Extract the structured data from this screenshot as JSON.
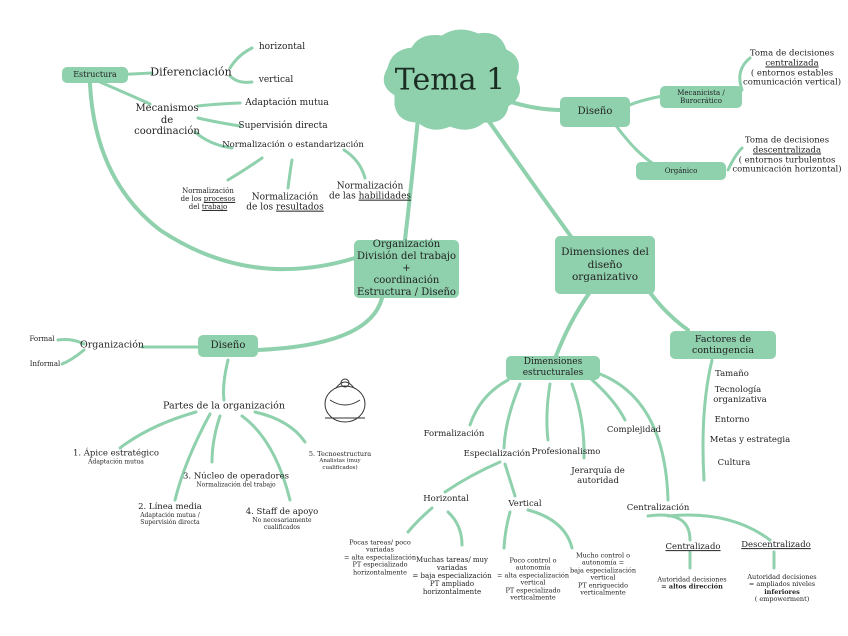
{
  "title": "Tema 1",
  "center": {
    "l1": "Organización",
    "l2": "División del trabajo +",
    "l3": "coordinación",
    "l4": "Estructura / Diseño"
  },
  "estructura": {
    "label": "Estructura",
    "diferenciacion": "Diferenciación",
    "horizontal": "horizontal",
    "vertical": "vertical",
    "mecanismos": {
      "l1": "Mecanismos",
      "l2": "de",
      "l3": "coordinación"
    },
    "adaptacion": "Adaptación mutua",
    "supervision": "Supervisión directa",
    "normalizacion": "Normalización o estandarización",
    "norm_procesos": {
      "l1": "Normalización",
      "l2_pre": "de los ",
      "l2_u": "procesos",
      "l3_pre": "del ",
      "l3_u": "trabajo"
    },
    "norm_resultados": {
      "l1": "Normalización",
      "l2_pre": "de los ",
      "l2_u": "resultados"
    },
    "norm_habilidades": {
      "l1": "Normalización",
      "l2_pre": "de las ",
      "l2_u": "habilidades"
    }
  },
  "diseno_right": {
    "label": "Diseño",
    "mecanicista": {
      "l1": "Mecanicista /",
      "l2": "Burocrático"
    },
    "mec_desc": {
      "l1": "Toma de decisiones",
      "l2": "centralizada",
      "l3": "( entornos estables",
      "l4": "comunicación vertical)"
    },
    "organico": "Orgánico",
    "org_desc": {
      "l1": "Toma de decisiones",
      "l2": "descentralizada",
      "l3": "( entornos turbulentos",
      "l4": "comunicación horizontal)"
    }
  },
  "dimensiones": {
    "box": {
      "l1": "Dimensiones del",
      "l2": "diseño",
      "l3": "organizativo"
    },
    "factores": {
      "l1": "Factores de",
      "l2": "contingencia"
    },
    "factores_items": [
      "Tamaño",
      "Tecnología",
      "organizativa",
      "Entorno",
      "Metas y estrategia",
      "Cultura"
    ],
    "estructurales": {
      "l1": "Dimensiones",
      "l2": "estructurales"
    },
    "formalizacion": "Formalización",
    "especializacion": "Especialización",
    "profesionalismo": "Profesionalismo",
    "complejidad": "Complejidad",
    "jerarquia": {
      "l1": "Jerarquía de",
      "l2": "autoridad"
    },
    "centralizacion": "Centralización",
    "horizontal": "Horizontal",
    "vertical": "Vertical",
    "h_pocas": {
      "l1": "Pocas tareas/ poco",
      "l2": "variadas",
      "l3": "= alta especialización",
      "l4": "PT especializado",
      "l5": "horizontalmente"
    },
    "h_muchas": {
      "l1": "Muchas tareas/ muy",
      "l2": "variadas",
      "l3": "= baja especialización",
      "l4": "PT ampliado",
      "l5": "horizontalmente"
    },
    "v_poco": {
      "l1": "Poco control o",
      "l2": "autonomía",
      "l3": "= alta especialización",
      "l4": "vertical",
      "l5": "PT especializado",
      "l6": "verticalmente"
    },
    "v_mucho": {
      "l1": "Mucho control o",
      "l2": "autonomía =",
      "l3": "baja especialización",
      "l4": "vertical",
      "l5": "PT enriquecido",
      "l6": "verticalmente"
    },
    "centralizado": "Centralizado",
    "descentralizado": "Descentralizado",
    "cent_desc": {
      "l1": "Autoridad decisiones",
      "l2": "= altos dirección"
    },
    "desc_desc": {
      "l1": "Autoridad decisiones",
      "l2": "= ampliados niveles",
      "l3": "inferiores",
      "l4": "( empowerment)"
    }
  },
  "diseno_left": {
    "label": "Diseño",
    "organizacion": "Organización",
    "formal": "Formal",
    "informal": "Informal",
    "partes": "Partes de la organización",
    "apice": {
      "l1": "1. Ápice estratégico",
      "l2": "Adaptación mutua"
    },
    "linea": {
      "l1": "2. Línea media",
      "l2": "Adaptación mutua /",
      "l3": "Supervisión directa"
    },
    "nucleo": {
      "l1": "3. Núcleo de operadores",
      "l2": "Normalización del trabajo"
    },
    "staff": {
      "l1": "4. Staff de apoyo",
      "l2": "No necesariamente",
      "l3": "cualificados"
    },
    "tecno": {
      "l1": "5. Tecnoestructura",
      "l2": "Analistas (muy",
      "l3": "cualificados)"
    }
  },
  "colors": {
    "accent": "#8fd0ad",
    "text": "#222222"
  }
}
